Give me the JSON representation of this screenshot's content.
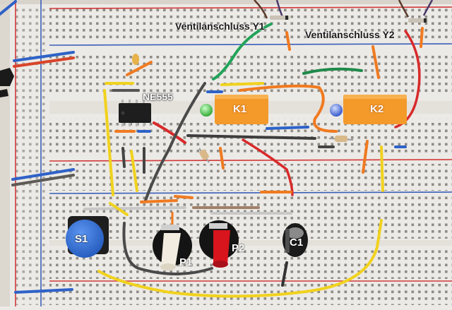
{
  "labels": {
    "valve1": "Ventilanschluss  Y1",
    "valve2": "Ventilanschluss  Y2",
    "ne555": "NE555",
    "k1": "K1",
    "k2": "K2",
    "s1": "S1",
    "p1": "P1",
    "p2": "P2",
    "c1": "C1"
  },
  "colors": {
    "board": "#eceae6",
    "rail_red": "#d23a3a",
    "rail_blue": "#3a5fb8",
    "relay": "#f39a2b",
    "button": "#2d6fd6",
    "knob_red": "#d8141c",
    "knob_white": "#f2ece0",
    "led_green": "#3ec43e",
    "led_blue": "#3a66e0"
  }
}
